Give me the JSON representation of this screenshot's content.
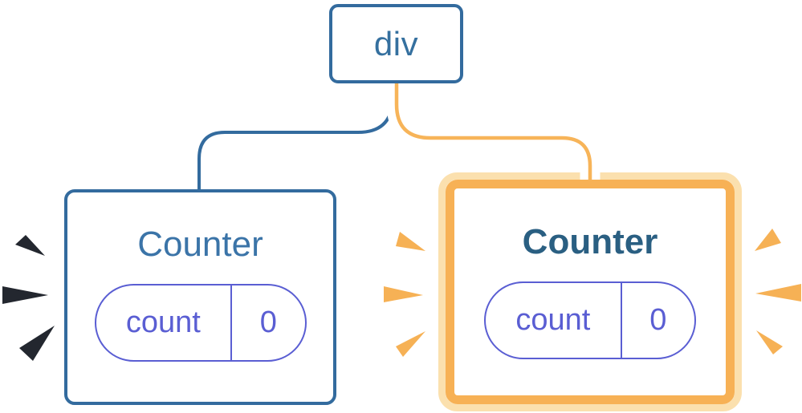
{
  "diagram": {
    "description": "Component tree: one div parent with two Counter children; right Counter has updated state (highlighted orange with sparks), left Counter re-rendered (dark sparks).",
    "root": {
      "label": "div"
    },
    "children": [
      {
        "title": "Counter",
        "state_key": "count",
        "state_value": "0",
        "emphasis": "none"
      },
      {
        "title": "Counter",
        "state_key": "count",
        "state_value": "0",
        "emphasis": "state-updated"
      }
    ]
  },
  "colors": {
    "steel_blue": "#336b9e",
    "left_title_blue": "#3b74a8",
    "right_title_blue": "#2a5f82",
    "pill_indigo": "#5a5ed3",
    "highlight_orange": "#f7b155",
    "highlight_cream": "#fbe0ae",
    "dark_spark": "#23272f",
    "background": "#ffffff"
  }
}
